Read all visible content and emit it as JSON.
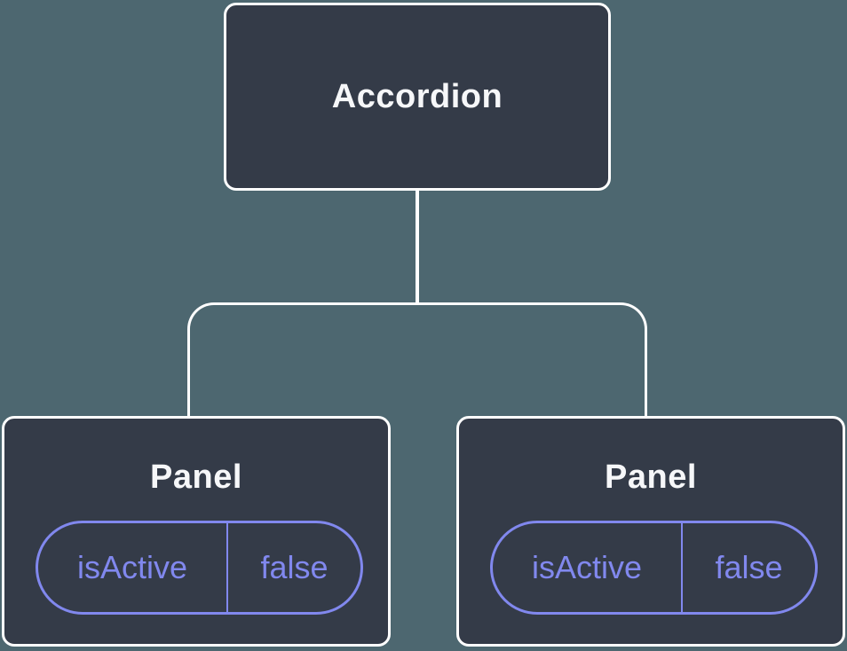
{
  "diagram": {
    "type": "component-tree",
    "root": {
      "label": "Accordion"
    },
    "children": [
      {
        "label": "Panel",
        "state": {
          "name": "isActive",
          "value": "false"
        }
      },
      {
        "label": "Panel",
        "state": {
          "name": "isActive",
          "value": "false"
        }
      }
    ]
  },
  "colors": {
    "canvas_background": "#4D6770",
    "node_fill": "#343B48",
    "node_border": "#FFFFFF",
    "node_text": "#F6F7F9",
    "state_accent": "#8188EE",
    "connector": "#FFFFFF"
  }
}
